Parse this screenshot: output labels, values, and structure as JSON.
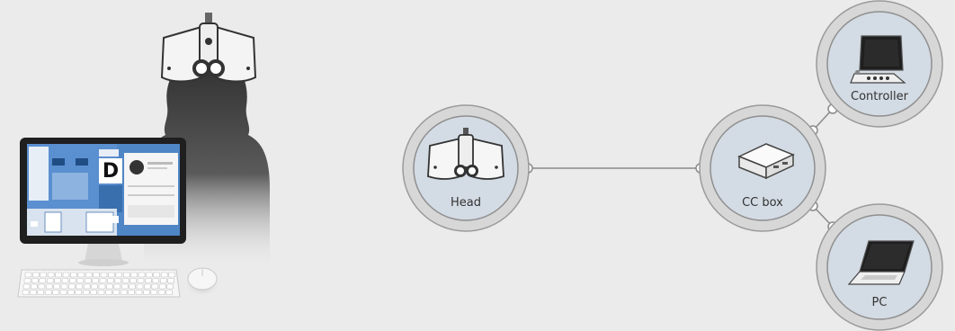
{
  "nodes": {
    "head": {
      "label": "Head"
    },
    "cc_box": {
      "label": "CC box"
    },
    "controller": {
      "label": "Controller"
    },
    "pc": {
      "label": "PC"
    }
  },
  "illustration": {
    "monitor_big_letter": "D"
  },
  "colors": {
    "background": "#ebebeb",
    "node_ring": "#d7d7d7",
    "node_fill": "#d3dbe4",
    "connector": "#8a8a8a",
    "monitor_ui_blue": "#4f86c6",
    "silhouette": "#4a4a4a"
  }
}
